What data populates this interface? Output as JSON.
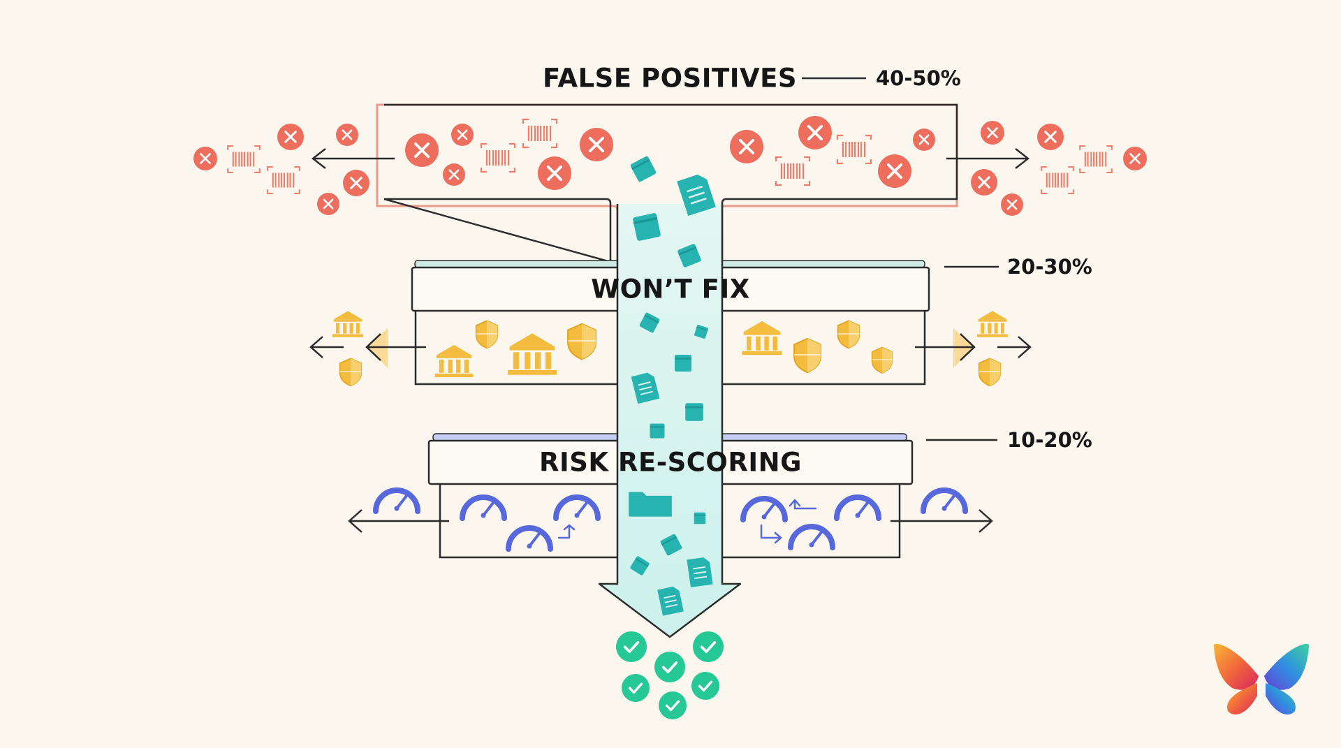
{
  "stages": [
    {
      "name": "FALSE POSITIVES",
      "percent": "40-50%",
      "color": "#ee6e5e"
    },
    {
      "name": "WON’T FIX",
      "percent": "20-30%",
      "color": "#f4bc3f"
    },
    {
      "name": "RISK RE-SCORING",
      "percent": "10-20%",
      "color": "#5668db"
    }
  ],
  "colors": {
    "stream": "#d6f3ef",
    "stream_stroke": "#2b2b2b",
    "document": "#27b4b1",
    "check": "#26c995",
    "background": "#fbf7ef"
  },
  "icons": [
    "x-circle-icon",
    "barcode-icon",
    "bank-icon",
    "shield-icon",
    "gauge-icon",
    "document-icon",
    "folder-icon",
    "check-circle-icon",
    "butterfly-logo"
  ]
}
